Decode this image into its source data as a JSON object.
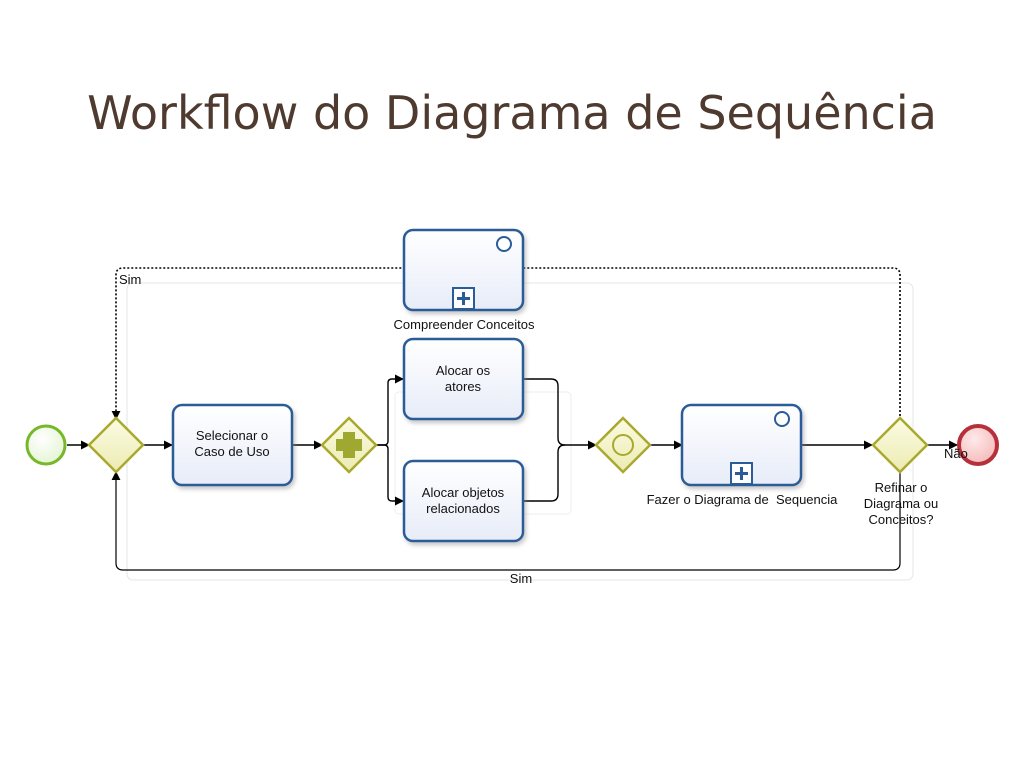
{
  "title": "Workflow do Diagrama de Sequência",
  "diagram": {
    "tasks": {
      "compreender": "Compreender Conceitos",
      "selecionar": [
        "Selecionar o",
        "Caso de Uso"
      ],
      "alocar_atores": [
        "Alocar os",
        "atores"
      ],
      "alocar_objetos": [
        "Alocar objetos",
        "relacionados"
      ],
      "fazer": "Fazer o Diagrama de  Sequencia"
    },
    "decision": [
      "Refinar o",
      "Diagrama ou",
      "Conceitos?"
    ],
    "flow_labels": {
      "sim_top": "Sim",
      "sim_bottom": "Sim",
      "nao": "Não"
    }
  },
  "colors": {
    "title": "#4f3a2f",
    "task_border": "#2c5c97",
    "gateway_fill": "#f2f2c8",
    "gateway_border": "#a9a92f",
    "plus": "#9fa830",
    "start": "#76b82a",
    "end": "#b5303a"
  }
}
